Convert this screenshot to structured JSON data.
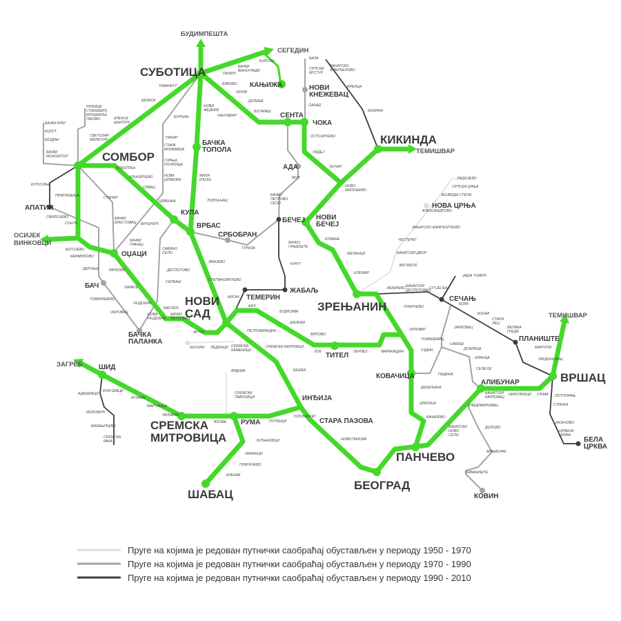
{
  "colors": {
    "active": "#45d82b",
    "closed_1950_1970": "#dedede",
    "closed_1970_1990": "#a3a3a3",
    "closed_1990_2010": "#3b3b3b"
  },
  "major": [
    [
      "СУБОТИЦА"
    ],
    [
      "СОМБОР"
    ],
    [
      "КИКИНДА"
    ],
    [
      "НОВИ",
      "САД"
    ],
    [
      "ЗРЕЊАНИН"
    ],
    [
      "СРЕМСКА",
      "МИТРОВИЦА"
    ],
    [
      "ШАБАЦ"
    ],
    [
      "БЕОГРАД"
    ],
    [
      "ПАНЧЕВО"
    ],
    [
      "ВРШАЦ"
    ]
  ],
  "medium": [
    [
      "КАЊИЖА"
    ],
    [
      "СЕНТА"
    ],
    [
      "ЧОКА"
    ],
    [
      "НОВИ",
      "КНЕЖЕВАЦ"
    ],
    [
      "АДА"
    ],
    [
      "НОВА ЦРЊА"
    ],
    [
      "БЕЧЕЈ"
    ],
    [
      "НОВИ",
      "БЕЧЕЈ"
    ],
    [
      "БАЧКА",
      "ТОПОЛА"
    ],
    [
      "КУЛА"
    ],
    [
      "ВРБАС"
    ],
    [
      "СРБОБРАН"
    ],
    [
      "ОЏАЦИ"
    ],
    [
      "БАЧ"
    ],
    [
      "АПАТИН"
    ],
    [
      "БАЧКА",
      "ПАЛАНКА"
    ],
    [
      "ТЕМЕРИН"
    ],
    [
      "ЖАБАЉ"
    ],
    [
      "ТИТЕЛ"
    ],
    [
      "ИНЂИЈА"
    ],
    [
      "СТАРА ПАЗОВА"
    ],
    [
      "РУМА"
    ],
    [
      "ШИД"
    ],
    [
      "КОВАЧИЦА"
    ],
    [
      "АЛИБУНАР"
    ],
    [
      "СЕЧАЊ"
    ],
    [
      "ПЛАНИШТЕ"
    ],
    [
      "БЕЛА",
      "ЦРКВА"
    ],
    [
      "КОВИН"
    ]
  ],
  "external": [
    [
      "БУДИМПЕШТА"
    ],
    [
      "СЕГЕДИН"
    ],
    [
      "ТЕМИШВАР"
    ],
    [
      "ТЕМИШВАР"
    ],
    [
      "ОСИЈЕК",
      "ВИНКОВЦИ"
    ],
    [
      "ЗАГРЕБ"
    ]
  ],
  "minor": [
    [
      "ТАВАНКУТ"
    ],
    [
      "БАЈМОК"
    ],
    [
      "АЛЕКСА",
      "ШАНТИЋ"
    ],
    [
      "РИЂИЦА",
      "СТАНИШИЋ",
      "КРУШЕВЉЕ",
      "ГАКОВО"
    ],
    [
      "БАЧКИ БРЕГ"
    ],
    [
      "КОЛУТ"
    ],
    [
      "БЕЗДАН"
    ],
    [
      "БАЧКИ",
      "МОНОШТОР"
    ],
    [
      "СВЕТОЗАР",
      "МИЛЕТИЋ"
    ],
    [
      "ЧОНОПЉА"
    ],
    [
      "КЉАЈИЋЕВО"
    ],
    [
      "СИВАЦ"
    ],
    [
      "ЦРВЕНКА"
    ],
    [
      "КУПУСИНА"
    ],
    [
      "ПРИГРЕВИЦА"
    ],
    [
      "СТАПАР"
    ],
    [
      "СВИЛОЈЕВО"
    ],
    [
      "СОНТА"
    ],
    [
      "БАЧКИ",
      "БРЕСТОВАЦ"
    ],
    [
      "КРУШЧИЋ"
    ],
    [
      "БАЧКИ",
      "ГРАЧАЦ"
    ],
    [
      "БОГОЈЕВО"
    ],
    [
      "КАРАВУКОВО"
    ],
    [
      "ДЕРОЊЕ"
    ],
    [
      "РАТКОВО"
    ],
    [
      "ПАРАГЕ"
    ],
    [
      "ТОВАРИШЕВО"
    ],
    [
      "ГАЈДОБРА"
    ],
    [
      "ОБРОВАЦ"
    ],
    [
      "МАГЛИЋ"
    ],
    [
      "НОВА",
      "ГАЈДОБРА"
    ],
    [
      "БАЧКИ",
      "ПЕТРОВАЦ"
    ],
    [
      "САВИНО",
      "СЕЛО"
    ],
    [
      "ДЕСПОТОВО"
    ],
    [
      "СИЛБАШ"
    ],
    [
      "ЗМАЈЕВО"
    ],
    [
      "СТЕПАНОВИЋЕВО"
    ],
    [
      "КИСАЧ"
    ],
    [
      "ЛОВЋЕНАЦ"
    ],
    [
      "МАЛИ",
      "ИЂОШ"
    ],
    [
      "ПАЧИР"
    ],
    [
      "СТАРА",
      "МОРАВИЦА"
    ],
    [
      "ГОРЊА",
      "РОГАТИЦА"
    ],
    [
      "НОВА",
      "ЦРВЕНКА"
    ],
    [
      "БУРЂИН"
    ],
    [
      "НОВИ",
      "ЖЕДНИК"
    ],
    [
      "ЧАНТАВИР"
    ],
    [
      "ПАЛИЋ"
    ],
    [
      "БАЧКИ",
      "ВИНОГРАДИ"
    ],
    [
      "ХОРГОШ"
    ],
    [
      "БИКОВО"
    ],
    [
      "ОРОМ"
    ],
    [
      "ДОЛИНЕ"
    ],
    [
      "БОГАРАШ"
    ],
    [
      "МОЛ"
    ],
    [
      "БАЧКО",
      "ПЕТРОВО",
      "СЕЛО"
    ],
    [
      "ТУРИЈА"
    ],
    [
      "БАЧКО",
      "ГРАДИШТЕ"
    ],
    [
      "ЧУРУГ"
    ],
    [
      "БАЛА"
    ],
    [
      "СРПСКИ",
      "КРСТУР"
    ],
    [
      "БАНАТСКО",
      "АРАНЂЕЛОВО"
    ],
    [
      "ВРБИЦА"
    ],
    [
      "САНАД"
    ],
    [
      "МОКРИН"
    ],
    [
      "ОСТОЈИЋЕВО"
    ],
    [
      "ПАДЕЈ"
    ],
    [
      "БОЧАР"
    ],
    [
      "НОВО",
      "МИЛОШЕВО"
    ],
    [
      "КУМАНЕ"
    ],
    [
      "МЕЛЕНЦИ"
    ],
    [
      "ЕЛЕМИР"
    ],
    [
      "РАДОЈЕВО"
    ],
    [
      "СРПСКА ЦРЊА"
    ],
    [
      "ВОЈВОДА СТЕПА"
    ],
    [
      "АЛЕКСАНДРОВО"
    ],
    [
      "БАНАТСКО КАРАЂОРЂЕВО"
    ],
    [
      "ЧЕСТЕРЕГ"
    ],
    [
      "БАНАТСКИ ДВОР"
    ],
    [
      "ЖИТИШТЕ"
    ],
    [
      "КАЋ"
    ],
    [
      "БУДИСАВА"
    ],
    [
      "ШАЈКАШ"
    ],
    [
      "ВИЛОВО"
    ],
    [
      "ЛОК"
    ],
    [
      "ПЕРЛЕЗ"
    ],
    [
      "ФАРКАЖДИН"
    ],
    [
      "ПЕТРОВАРАДИН"
    ],
    [
      "СРЕМСКИ КАРЛОВЦИ"
    ],
    [
      "СРЕМСКА",
      "КАМЕНИЦА"
    ],
    [
      "ФУТОГ"
    ],
    [
      "БЕОЧИН"
    ],
    [
      "ЛЕДИНЦИ"
    ],
    [
      "БЕШКА"
    ],
    [
      "ВРДНИК"
    ],
    [
      "СРЕМСКИ",
      "ПАВЛОВЦИ"
    ],
    [
      "ГОЛУБИНЦИ"
    ],
    [
      "ПУТИНЦИ"
    ],
    [
      "НОВИ ПАЗОВА"
    ],
    [
      "ЛАЗАРЕВО"
    ],
    [
      "БАНАТСКИ",
      "ДЕСПОТОВАЦ"
    ],
    [
      "СУТЈЕСКА"
    ],
    [
      "ЛУКИЋЕВО"
    ],
    [
      "ОРЛОВАТ"
    ],
    [
      "ТОМАШЕВАЦ"
    ],
    [
      "УЗДИН"
    ],
    [
      "ДЕБЕЉАЧА"
    ],
    [
      "ЦРЕПАЈА"
    ],
    [
      "КАЧАРЕВО"
    ],
    [
      "ЈАША ТОМИЋ"
    ],
    [
      "БОКА"
    ],
    [
      "КОНАК"
    ],
    [
      "СТАРИ",
      "ЛЕЦ"
    ],
    [
      "ВЕЛИКА",
      "ГРЕДА"
    ],
    [
      "МАРГИТА"
    ],
    [
      "ЛАУДОНОВАЦ"
    ],
    [
      "ЈАРКОВАЦ"
    ],
    [
      "САМОШ"
    ],
    [
      "ДОБРИЦА"
    ],
    [
      "ИЛАНЦА"
    ],
    [
      "СЕЛЕУШ"
    ],
    [
      "ПАДИНА"
    ],
    [
      "БАНАТСКИ",
      "КАРЛОВАЦ"
    ],
    [
      "НИКОЛИНЦИ"
    ],
    [
      "УЉМА"
    ],
    [
      "ВЛАДИМИРОВАЦ"
    ],
    [
      "БАНАТСКО",
      "НОВО",
      "СЕЛО"
    ],
    [
      "ДОЛОВО"
    ],
    [
      "МРАМОРАК"
    ],
    [
      "БАВАНИШТЕ"
    ],
    [
      "ПОТПОРАЊ"
    ],
    [
      "СТРАЖА"
    ],
    [
      "ЈАСЕНОВО"
    ],
    [
      "ЦРВЕНА",
      "ЦРКВА"
    ],
    [
      "АДАШЕВЦИ"
    ],
    [
      "КУКУЈЕВЦИ"
    ],
    [
      "КУЗМИН"
    ],
    [
      "МАРТИНЦИ"
    ],
    [
      "МОРОВИЋ"
    ],
    [
      "ЛАЋАРАК"
    ],
    [
      "ВИШЊИЋЕВО"
    ],
    [
      "СРЕМСКА",
      "РАЧА"
    ],
    [
      "ВОГАЊ"
    ],
    [
      "БУЂАНОВЦИ"
    ],
    [
      "НИКИНЦИ"
    ],
    [
      "ПЛАТИЧЕВО"
    ],
    [
      "КЛЕНАК"
    ]
  ],
  "legend": [
    {
      "label": "Пруге на којима је редован путнички саобраћај обустављен у периоду 1950 - 1970",
      "color": "#dedede"
    },
    {
      "label": "Пруге на којима је редован путнички саобраћај обустављен у периоду 1970 - 1990",
      "color": "#a3a3a3"
    },
    {
      "label": "Пруге на којима је редован путнички саобраћај обустављен у периоду 1990 - 2010",
      "color": "#3b3b3b"
    }
  ]
}
